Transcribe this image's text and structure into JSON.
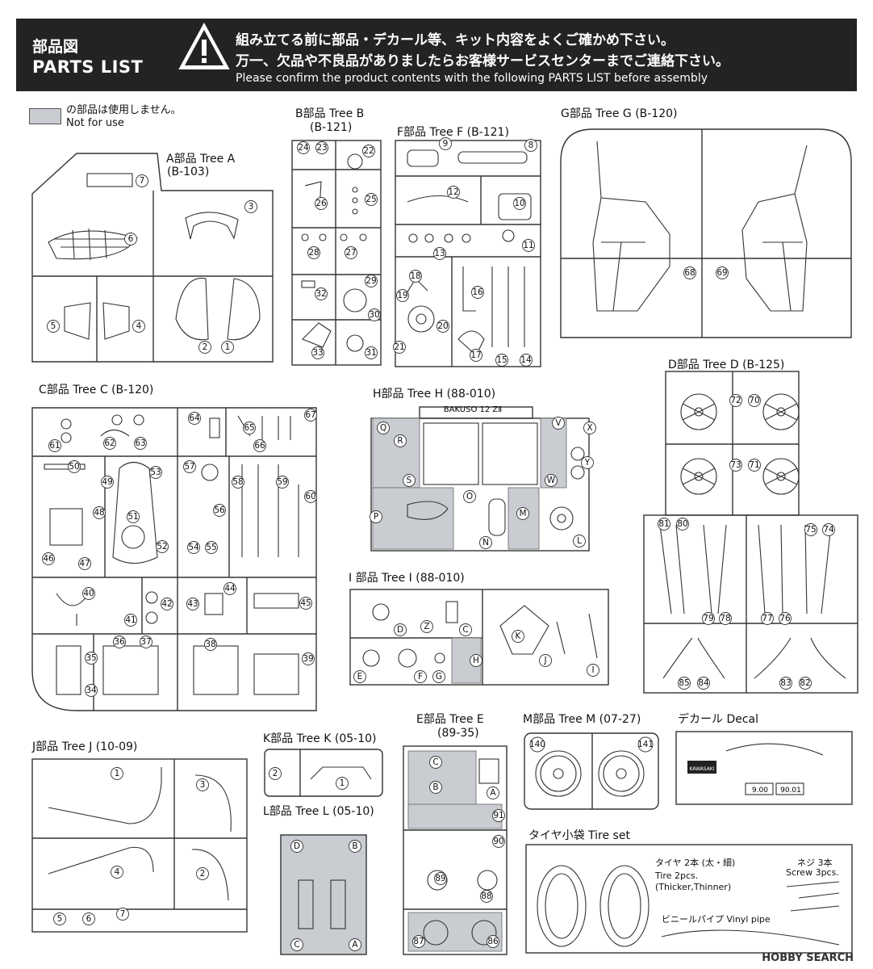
{
  "header": {
    "title_jp": "部品図",
    "title_en": "PARTS LIST",
    "warning_line1": "組み立てる前に部品・デカール等、キット内容をよくご確かめ下さい。",
    "warning_line2": "万一、欠品や不良品がありましたらお客様サービスセンターまでご連絡下さい。",
    "warning_line3": "Please confirm the product contents with the following PARTS LIST before assembly"
  },
  "legend": {
    "jp": "の部品は使用しません。",
    "en": "Not for use"
  },
  "trees": {
    "A": {
      "label": "A部品 Tree A",
      "code": "(B-103)"
    },
    "B": {
      "label": "B部品 Tree B",
      "code": "(B-121)"
    },
    "F": {
      "label": "F部品 Tree F (B-121)"
    },
    "G": {
      "label": "G部品 Tree G (B-120)"
    },
    "C": {
      "label": "C部品 Tree C (B-120)"
    },
    "H": {
      "label": "H部品 Tree H (88-010)",
      "plate": "BAKUSO 12 ZⅡ"
    },
    "D": {
      "label": "D部品 Tree D (B-125)"
    },
    "I": {
      "label": "I 部品 Tree I (88-010)"
    },
    "J": {
      "label": "J部品 Tree J (10-09)"
    },
    "K": {
      "label": "K部品 Tree K (05-10)"
    },
    "L": {
      "label": "L部品 Tree L (05-10)"
    },
    "E": {
      "label": "E部品 Tree E",
      "code": "(89-35)"
    },
    "M": {
      "label": "M部品 Tree M (07-27)"
    },
    "decal": {
      "label": "デカール Decal",
      "plate_1": "9.00",
      "plate_2": "90.01",
      "brand": "KAWASAKI"
    },
    "tire": {
      "label": "タイヤ小袋 Tire set",
      "tire_jp": "タイヤ 2本 (太・細)",
      "tire_en1": "Tire 2pcs.",
      "tire_en2": "(Thicker,Thinner)",
      "screw_jp": "ネジ 3本",
      "screw_en": "Screw 3pcs.",
      "pipe": "ビニールパイプ Vinyl pipe"
    }
  },
  "numbers": {
    "A": [
      "7",
      "6",
      "3",
      "5",
      "4",
      "2",
      "1"
    ],
    "B": [
      "24",
      "23",
      "22",
      "26",
      "25",
      "28",
      "27",
      "32",
      "29",
      "30",
      "33",
      "31"
    ],
    "F": [
      "9",
      "8",
      "12",
      "10",
      "11",
      "13",
      "18",
      "16",
      "19",
      "20",
      "21",
      "17",
      "15",
      "14"
    ],
    "G": [
      "68",
      "69"
    ],
    "C": [
      "61",
      "62",
      "63",
      "64",
      "65",
      "66",
      "67",
      "50",
      "49",
      "53",
      "57",
      "48",
      "51",
      "58",
      "59",
      "60",
      "56",
      "46",
      "47",
      "52",
      "54",
      "55",
      "40",
      "41",
      "42",
      "43",
      "44",
      "45",
      "36",
      "37",
      "35",
      "34",
      "38",
      "39"
    ],
    "H": [
      "Q",
      "R",
      "V",
      "X",
      "Y",
      "S",
      "W",
      "O",
      "P",
      "M",
      "N",
      "L"
    ],
    "D": [
      "72",
      "70",
      "73",
      "71",
      "81",
      "80",
      "75",
      "74",
      "79",
      "78",
      "77",
      "76",
      "85",
      "84",
      "83",
      "82"
    ],
    "I": [
      "D",
      "Z",
      "C",
      "K",
      "E",
      "F",
      "G",
      "H",
      "J",
      "I"
    ],
    "J": [
      "1",
      "3",
      "4",
      "2",
      "5",
      "6",
      "7"
    ],
    "K": [
      "2",
      "1"
    ],
    "L": [
      "D",
      "B",
      "C",
      "A"
    ],
    "E": [
      "C",
      "B",
      "A",
      "91",
      "90",
      "89",
      "88",
      "87",
      "86"
    ],
    "M": [
      "140",
      "141"
    ]
  },
  "watermark": "HOBBY SEARCH"
}
